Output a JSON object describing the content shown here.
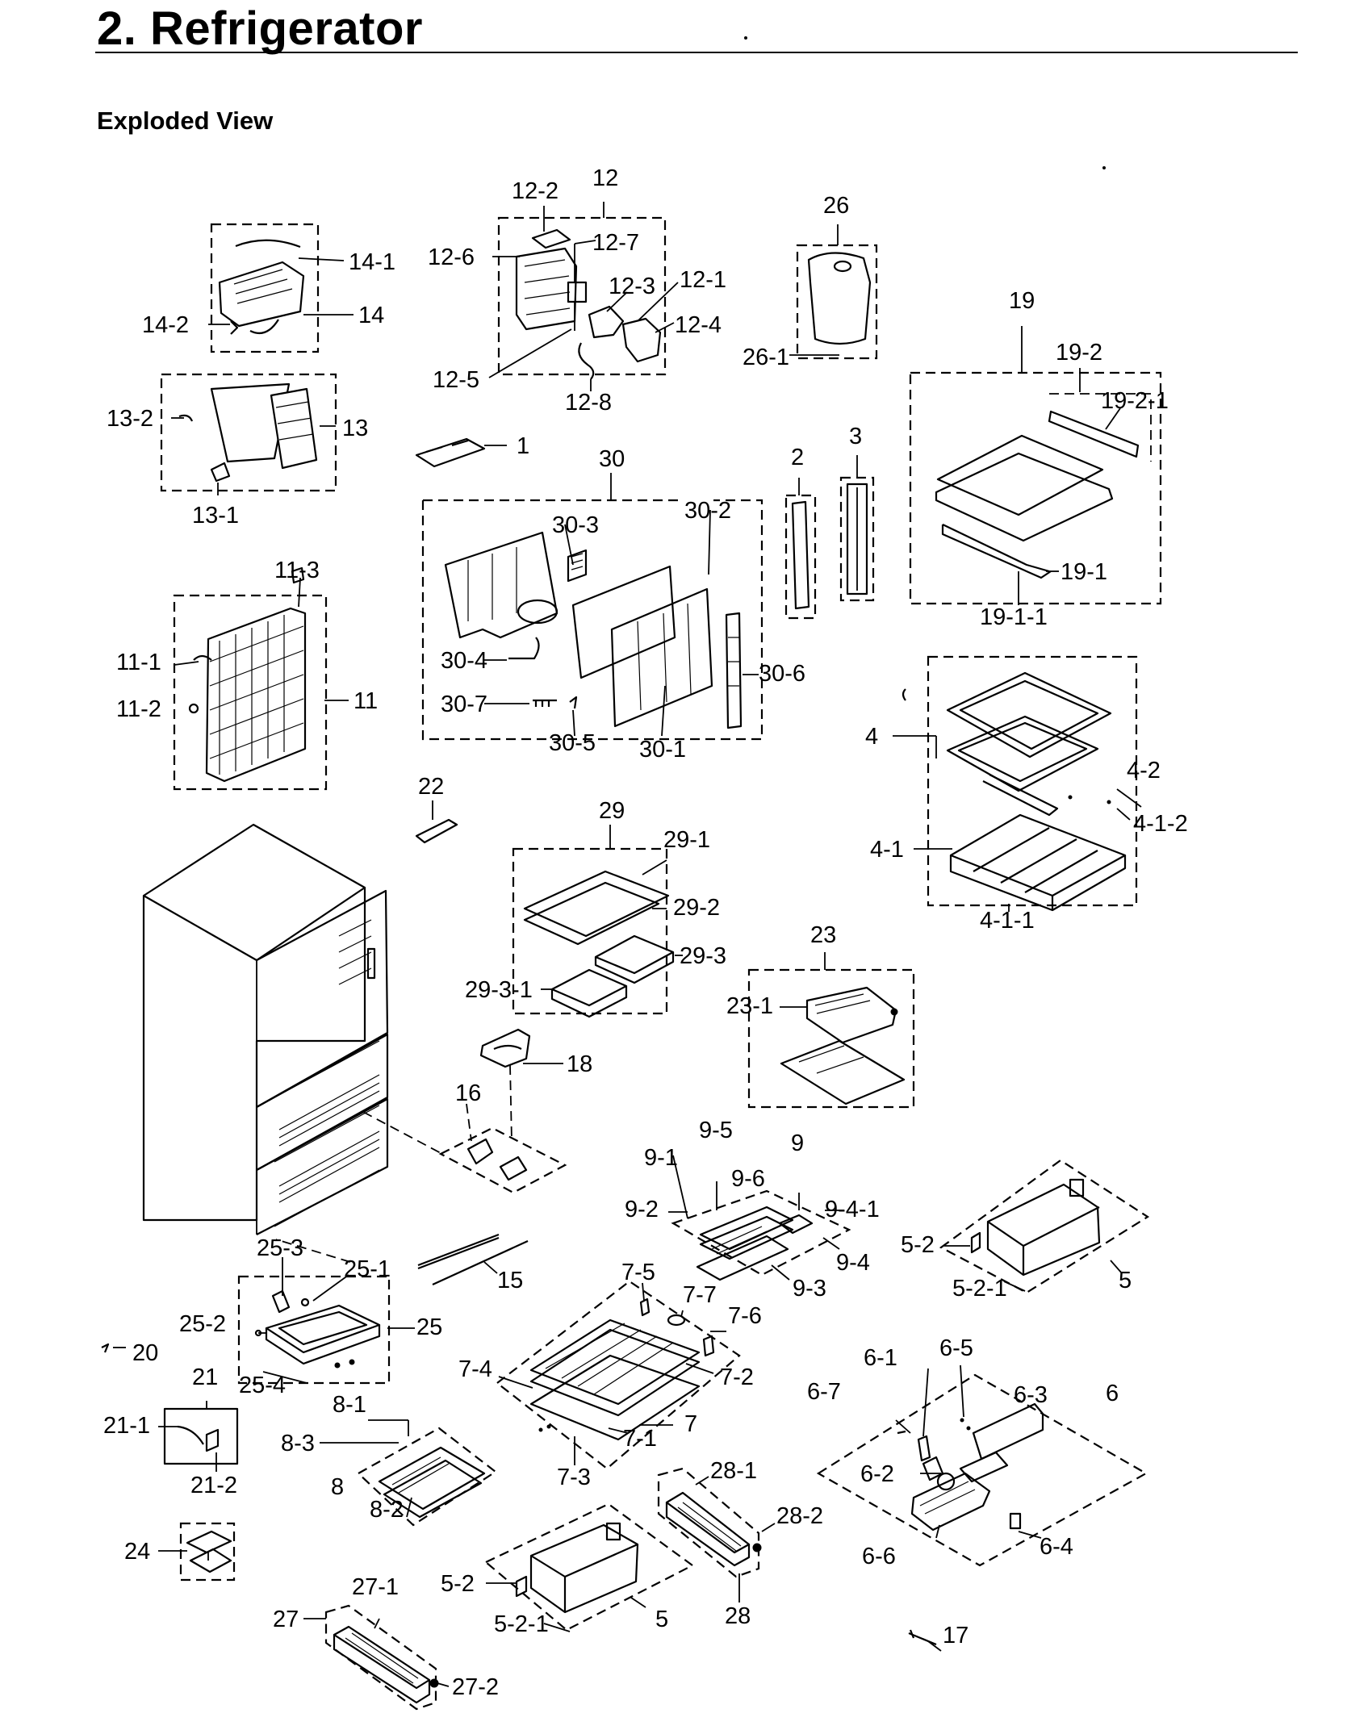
{
  "header": {
    "title": "2.  Refrigerator",
    "section": "Exploded View"
  },
  "diagram": {
    "labels": {
      "l12": "12",
      "l12_2": "12-2",
      "l12_6": "12-6",
      "l12_7": "12-7",
      "l12_3": "12-3",
      "l12_1": "12-1",
      "l12_4": "12-4",
      "l12_5": "12-5",
      "l12_8": "12-8",
      "l14_1": "14-1",
      "l14_2": "14-2",
      "l14": "14",
      "l13_2": "13-2",
      "l13": "13",
      "l13_1": "13-1",
      "l26": "26",
      "l26_1": "26-1",
      "l19": "19",
      "l19_2": "19-2",
      "l19_2_1": "19-2-1",
      "l19_1": "19-1",
      "l19_1_1": "19-1-1",
      "l1": "1",
      "l30": "30",
      "l30_2": "30-2",
      "l30_3": "30-3",
      "l30_4": "30-4",
      "l30_7": "30-7",
      "l30_5": "30-5",
      "l30_1": "30-1",
      "l30_6": "30-6",
      "l2": "2",
      "l3": "3",
      "l11_3": "11-3",
      "l11_1": "11-1",
      "l11_2": "11-2",
      "l11": "11",
      "l4": "4",
      "l4_2": "4-2",
      "l4_1": "4-1",
      "l4_1_2": "4-1-2",
      "l4_1_1": "4-1-1",
      "l22": "22",
      "l29": "29",
      "l29_1": "29-1",
      "l29_2": "29-2",
      "l29_3": "29-3",
      "l29_3_1": "29-3-1",
      "l23": "23",
      "l23_1": "23-1",
      "l18": "18",
      "l16": "16",
      "l9_5": "9-5",
      "l9": "9",
      "l9_1": "9-1",
      "l9_6": "9-6",
      "l9_4_1": "9-4-1",
      "l9_2": "9-2",
      "l9_4": "9-4",
      "l9_3": "9-3",
      "l5_2a": "5-2",
      "l5a": "5",
      "l5_2_1a": "5-2-1",
      "l25_3": "25-3",
      "l25_1": "25-1",
      "l25_2": "25-2",
      "l25": "25",
      "l25_4": "25-4",
      "l15": "15",
      "l20": "20",
      "l7_5": "7-5",
      "l7_7": "7-7",
      "l7_6": "7-6",
      "l7_4": "7-4",
      "l7_2": "7-2",
      "l7": "7",
      "l7_1": "7-1",
      "l7_3": "7-3",
      "l21": "21",
      "l21_1": "21-1",
      "l21_2": "21-2",
      "l8_1": "8-1",
      "l8_3": "8-3",
      "l8": "8",
      "l8_2": "8-2",
      "l6_1": "6-1",
      "l6_5": "6-5",
      "l6_7": "6-7",
      "l6_3": "6-3",
      "l6": "6",
      "l6_2": "6-2",
      "l6_4": "6-4",
      "l6_6": "6-6",
      "l28_1": "28-1",
      "l28_2": "28-2",
      "l28": "28",
      "l24": "24",
      "l5_2b": "5-2",
      "l5_2_1b": "5-2-1",
      "l5b": "5",
      "l27_1": "27-1",
      "l27": "27",
      "l27_2": "27-2",
      "l17": "17"
    }
  }
}
